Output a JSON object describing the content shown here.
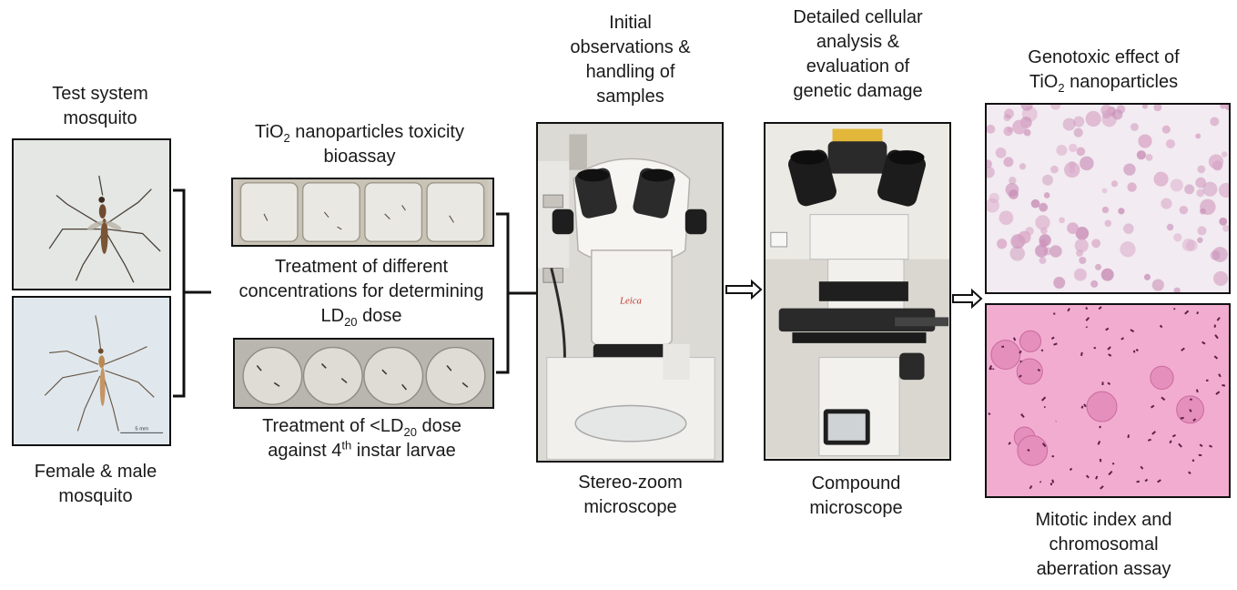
{
  "col1": {
    "title": [
      "Test system",
      "mosquito"
    ],
    "caption": [
      "Female & male",
      "mosquito"
    ],
    "scale_label": "5 mm"
  },
  "col2": {
    "title": {
      "a": "TiO",
      "sub": "2",
      "b": " nanoparticles toxicity",
      "line2": "bioassay"
    },
    "middle": {
      "line1": "Treatment of different",
      "line2": "concentrations for determining",
      "line3a": "LD",
      "line3sub": "20",
      "line3b": " dose"
    },
    "bottom": {
      "a": "Treatment of <LD",
      "sub": "20",
      "b": " dose",
      "c": "against 4",
      "sup": "th",
      "d": " instar larvae"
    }
  },
  "col3": {
    "title": [
      "Initial",
      "observations &",
      "handling of",
      "samples"
    ],
    "caption": [
      "Stereo-zoom",
      "microscope"
    ],
    "brand": "Leica"
  },
  "col4": {
    "title": [
      "Detailed cellular",
      "analysis &",
      "evaluation of",
      "genetic damage"
    ],
    "caption": [
      "Compound",
      "microscope"
    ]
  },
  "col5": {
    "title": {
      "line1": "Genotoxic effect of",
      "a": "TiO",
      "sub": "2",
      "b": " nanoparticles"
    },
    "caption": [
      "Mitotic index and",
      "chromosomal",
      "aberration assay"
    ]
  },
  "colors": {
    "background": "#ffffff",
    "line": "#111111",
    "stain_light": "#f1e7ef",
    "stain_dark": "#f0a6cc"
  },
  "icons": [
    "right-arrow-icon",
    "bracket-icon"
  ]
}
